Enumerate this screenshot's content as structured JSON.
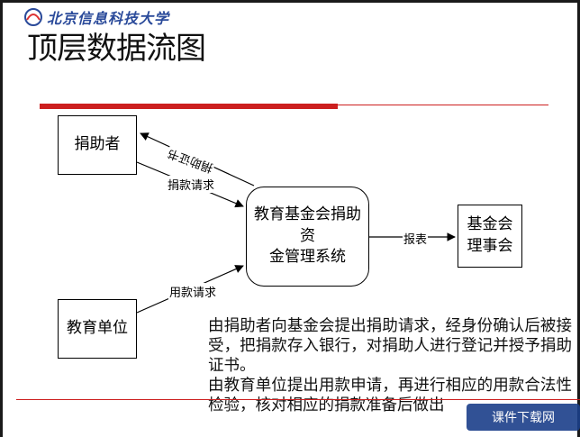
{
  "header": {
    "logo_text": "北京信息科技大学",
    "title": "顶层数据流图"
  },
  "diagram": {
    "entities": {
      "donor": "捐助者",
      "edu_unit": "教育单位",
      "council": [
        "基金会",
        "理事会"
      ]
    },
    "process": [
      "教育基金会捐助资",
      "金管理系统"
    ],
    "flows": {
      "donation_request": "捐款请求",
      "donation_certificate": "捐助证书",
      "fund_use_request": "用款请求",
      "report": "报表"
    }
  },
  "description": [
    "由捐助者向基金会提出捐助请求，经身份确认后被接受，把捐款存入银行，对捐助人进行登记并授予捐助证书。",
    "由教育单位提出用款申请，再进行相应的用款合法性检验，核对相应的捐款准备后做出"
  ],
  "watermark": "课件下载网"
}
